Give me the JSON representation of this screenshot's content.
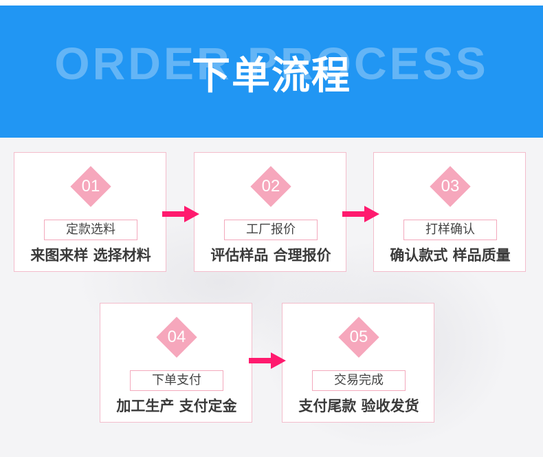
{
  "banner": {
    "title_en": "ORDER PROCESS",
    "title_cn": "下单流程"
  },
  "colors": {
    "banner": "#2196f3",
    "accent_pink": "#f6a7bc",
    "card_border": "#f3bccb",
    "arrow": "#ff1a6e"
  },
  "steps": [
    {
      "num": "01",
      "label": "定款选料",
      "desc": "来图来样 选择材料"
    },
    {
      "num": "02",
      "label": "工厂报价",
      "desc": "评估样品 合理报价"
    },
    {
      "num": "03",
      "label": "打样确认",
      "desc": "确认款式 样品质量"
    },
    {
      "num": "04",
      "label": "下单支付",
      "desc": "加工生产 支付定金"
    },
    {
      "num": "05",
      "label": "交易完成",
      "desc": "支付尾款 验收发货"
    }
  ],
  "icons": {
    "step_marker": "diamond-icon",
    "connector": "arrow-right-icon"
  }
}
